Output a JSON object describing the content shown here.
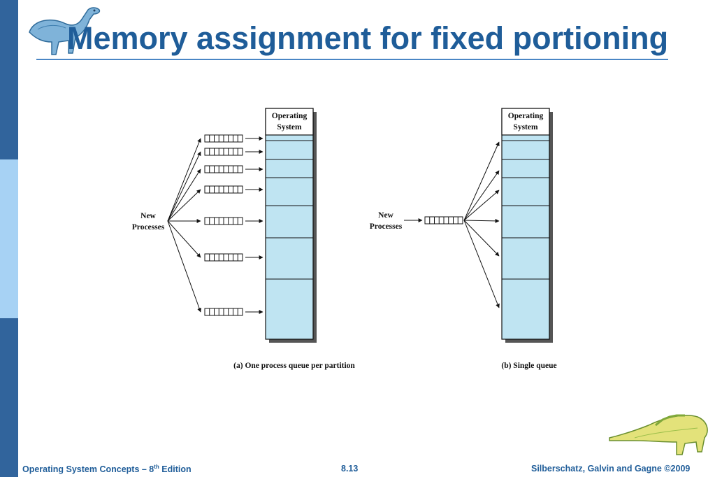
{
  "slide": {
    "title": "Memory assignment for fixed portioning",
    "accent_color": "#1f5d99",
    "bar_colors": [
      "#31649c",
      "#a7d2f4",
      "#31649c"
    ]
  },
  "diagram": {
    "memory_fill_color": "#bfe4f2",
    "os_label_line1": "Operating",
    "os_label_line2": "System",
    "new_processes_line1": "New",
    "new_processes_line2": "Processes",
    "caption_a": "(a) One process queue per partition",
    "caption_b": "(b) Single queue",
    "partition_count": 7,
    "queue_count_a": 7,
    "queue_count_b": 1
  },
  "footer": {
    "book_prefix": "Operating System Concepts – 8",
    "book_sup": "th",
    "book_suffix": " Edition",
    "page_number": "8.13",
    "authors": "Silberschatz, Galvin and Gagne ©2009"
  },
  "icons": [
    "dinosaur-logo-icon",
    "dinosaur-footer-icon"
  ]
}
